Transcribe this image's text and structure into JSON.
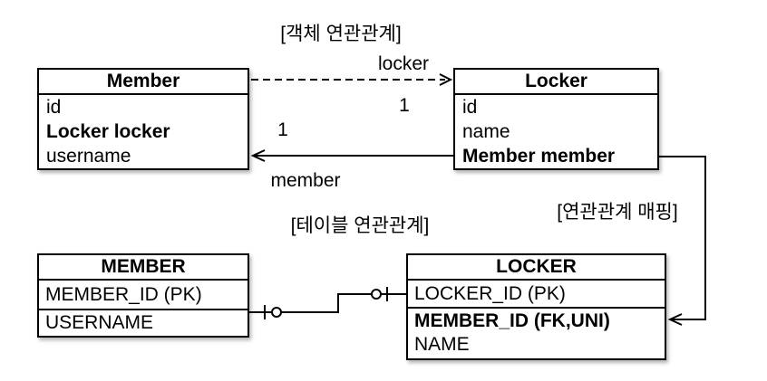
{
  "labels": {
    "object_section_title": "[객체 연관관계]",
    "table_section_title": "[테이블 연관관계]",
    "mapping_title": "[연관관계 매핑]",
    "locker_arrow_label": "locker",
    "locker_cardinality": "1",
    "member_arrow_label": "member",
    "member_cardinality": "1"
  },
  "object_diagram": {
    "member_class": {
      "title": "Member",
      "fields": [
        "id",
        "Locker locker",
        "username"
      ]
    },
    "locker_class": {
      "title": "Locker",
      "fields": [
        "id",
        "name",
        "Member member"
      ]
    }
  },
  "table_diagram": {
    "member_table": {
      "title": "MEMBER",
      "rows": [
        "MEMBER_ID (PK)",
        "USERNAME"
      ]
    },
    "locker_table": {
      "title": "LOCKER",
      "rows": [
        "LOCKER_ID (PK)",
        "MEMBER_ID (FK,UNI)",
        "NAME"
      ]
    }
  },
  "colors": {
    "line": "#000000",
    "background": "#ffffff"
  }
}
